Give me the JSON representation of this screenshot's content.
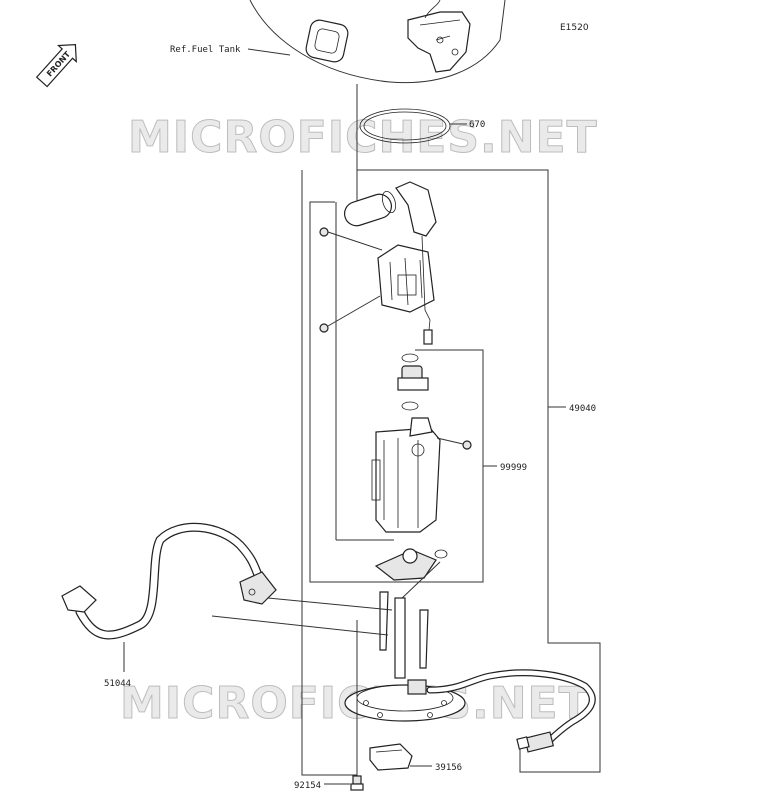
{
  "diagram_code": "E1520",
  "front_badge": "FRONT",
  "ref_label": "Ref.Fuel Tank",
  "watermark": "MICROFICHES.NET",
  "parts": [
    {
      "id": "p670",
      "number": "670"
    },
    {
      "id": "p49040",
      "number": "49040"
    },
    {
      "id": "p99999",
      "number": "99999"
    },
    {
      "id": "p51044",
      "number": "51044"
    },
    {
      "id": "p39156",
      "number": "39156"
    },
    {
      "id": "p92154",
      "number": "92154"
    }
  ]
}
